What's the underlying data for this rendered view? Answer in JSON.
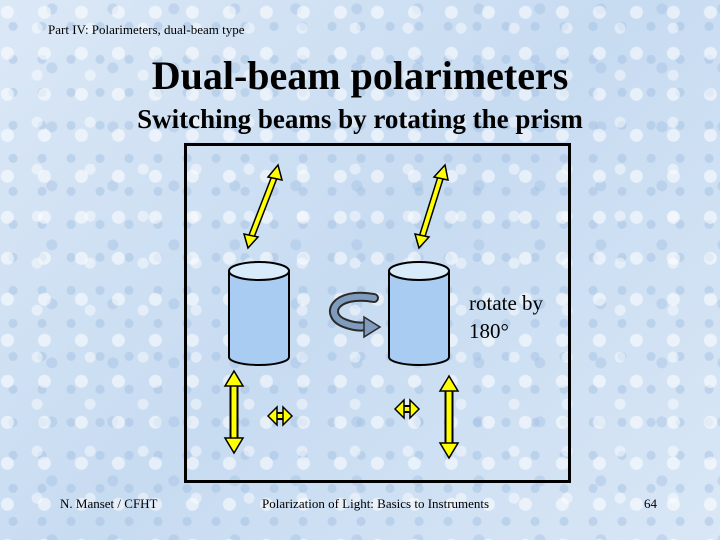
{
  "slide": {
    "section_header": "Part IV: Polarimeters, dual-beam type",
    "title": "Dual-beam polarimeters",
    "subtitle": "Switching beams by rotating the prism",
    "rotate_label_line1": "rotate by",
    "rotate_label_line2": "180°",
    "footer_author": "N. Manset / CFHT",
    "footer_course": "Polarization of Light: Basics to Instruments",
    "page_number": "64"
  },
  "colors": {
    "background": "#cfe0f3",
    "prism_fill": "#a9cdf2",
    "prism_top": "#d8ebfb",
    "arrow_fill": "#ffff00",
    "rotate_arrow": "#7f9bbd"
  },
  "icons": [
    "polarization-double-arrow-icon",
    "rotate-arrow-icon",
    "prism-cylinder-icon"
  ]
}
